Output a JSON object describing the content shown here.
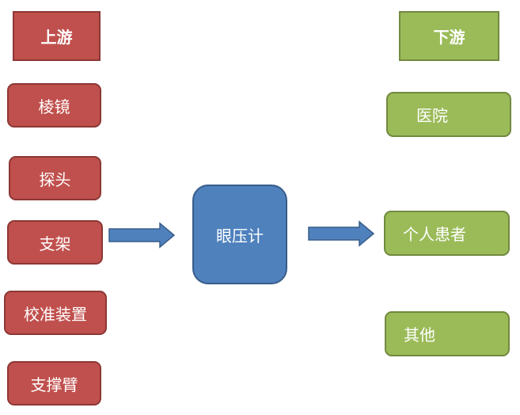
{
  "upstream": {
    "title": "上游",
    "items": [
      "棱镜",
      "探头",
      "支架",
      "校准装置",
      "支撑臂"
    ]
  },
  "center": {
    "label": "眼压计"
  },
  "downstream": {
    "title": "下游",
    "items": [
      "医院",
      "个人患者",
      "其他"
    ]
  },
  "colors": {
    "upstream_fill": "#c0504d",
    "downstream_fill": "#9bbb59",
    "center_fill": "#4f81bd",
    "arrow_fill": "#4f81bd"
  }
}
